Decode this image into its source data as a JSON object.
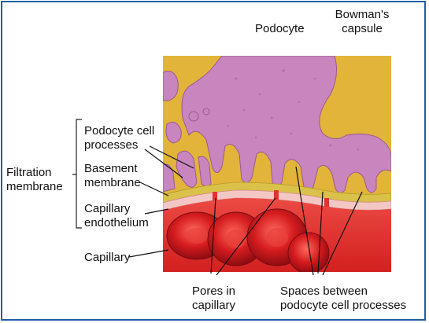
{
  "labels": {
    "podocyte": "Podocyte",
    "bowmans_capsule": [
      "Bowman's",
      "capsule"
    ],
    "filtration_membrane": [
      "Filtration",
      "membrane"
    ],
    "podocyte_cell_processes": [
      "Podocyte cell",
      "processes"
    ],
    "basement_membrane": [
      "Basement",
      "membrane"
    ],
    "capillary_endothelium": [
      "Capillary",
      "endothelium"
    ],
    "capillary": "Capillary",
    "pores_in_capillary": [
      "Pores in",
      "capillary"
    ],
    "spaces_between": [
      "Spaces between",
      "podocyte cell processes"
    ]
  },
  "colors": {
    "border": "#1f5fa8",
    "capsule_space": "#e3b43a",
    "podocyte": "#c985bd",
    "basement_membrane": "#d9c14a",
    "endothelium": "#f3c7c4",
    "capillary_lumen": "#e0322f",
    "red_blood_cell": "#c4161c"
  }
}
